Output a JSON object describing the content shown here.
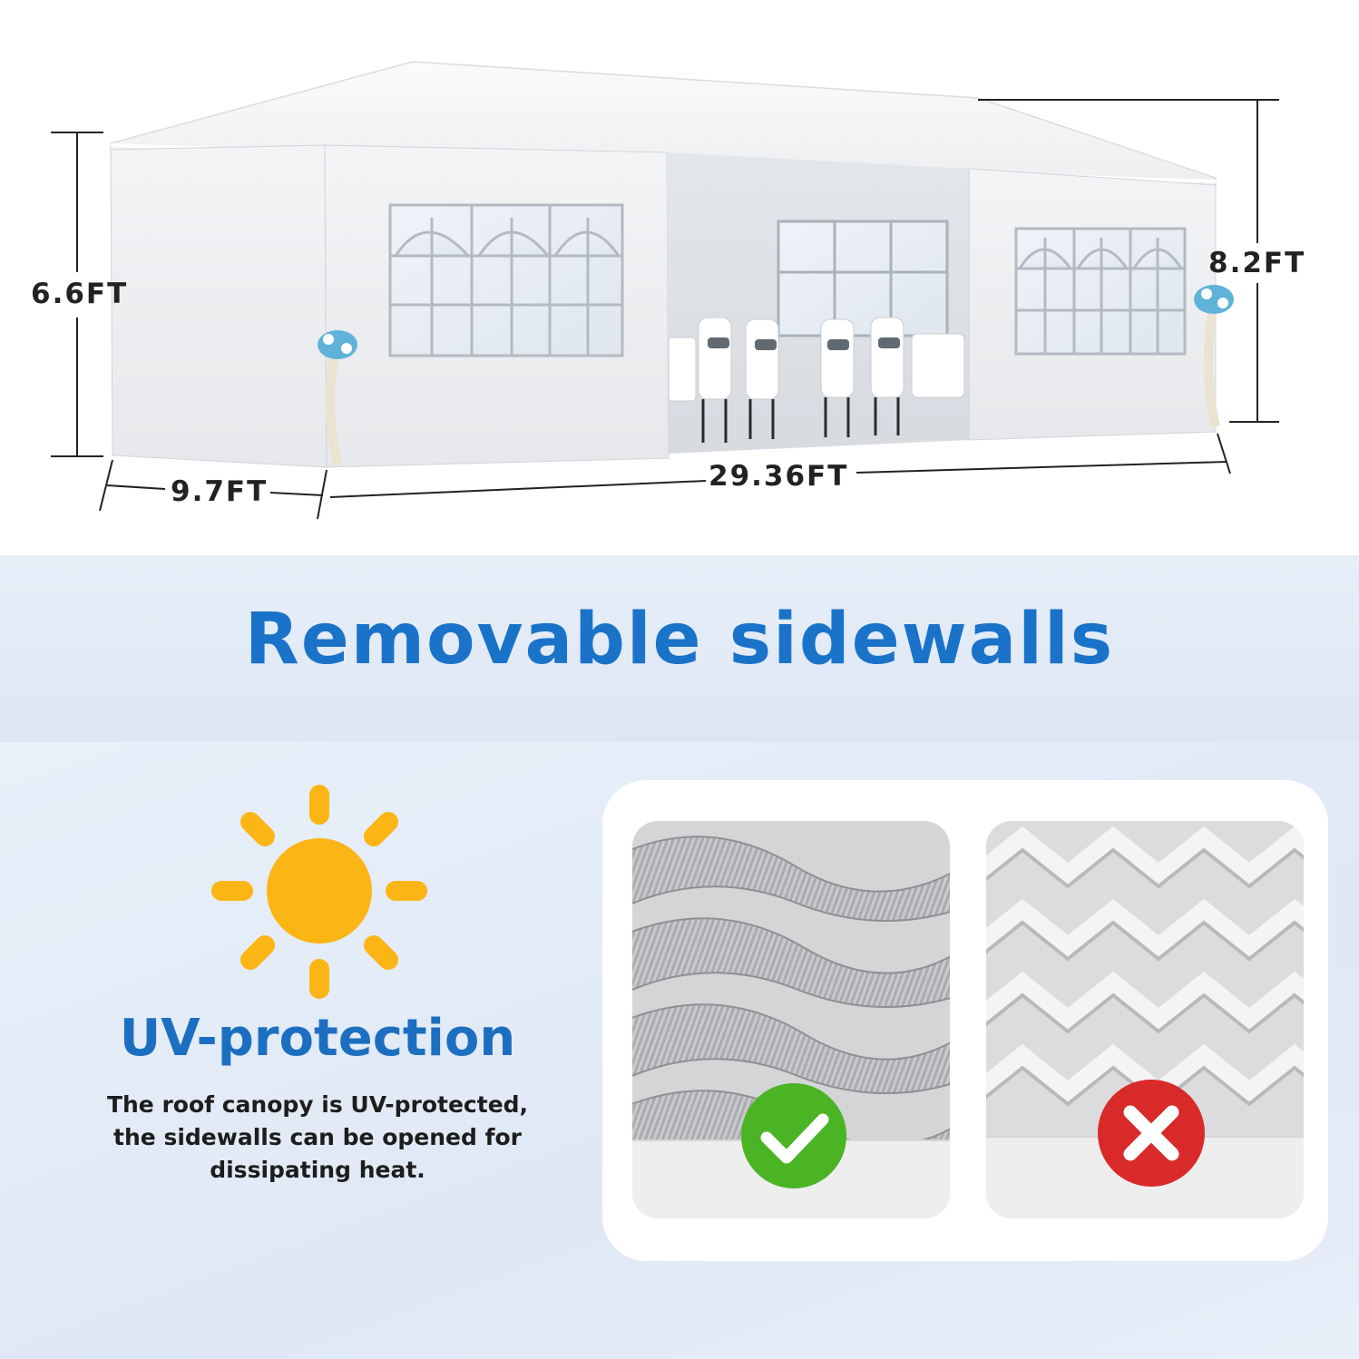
{
  "dimensions": {
    "height_left": "6.6FT",
    "height_right": "8.2FT",
    "depth": "9.7FT",
    "length": "29.36FT"
  },
  "banner": {
    "title": "Removable sidewalls"
  },
  "uv": {
    "heading": "UV-protection",
    "lines": [
      "The roof canopy is UV-protected,",
      "the sidewalls can be opened for",
      "dissipating heat."
    ]
  },
  "comparison": {
    "good_icon": "check-icon",
    "bad_icon": "close-icon",
    "colors": {
      "good": "#4ab425",
      "bad": "#d92a2a",
      "sun": "#fbb514",
      "title": "#1a73c9"
    }
  }
}
